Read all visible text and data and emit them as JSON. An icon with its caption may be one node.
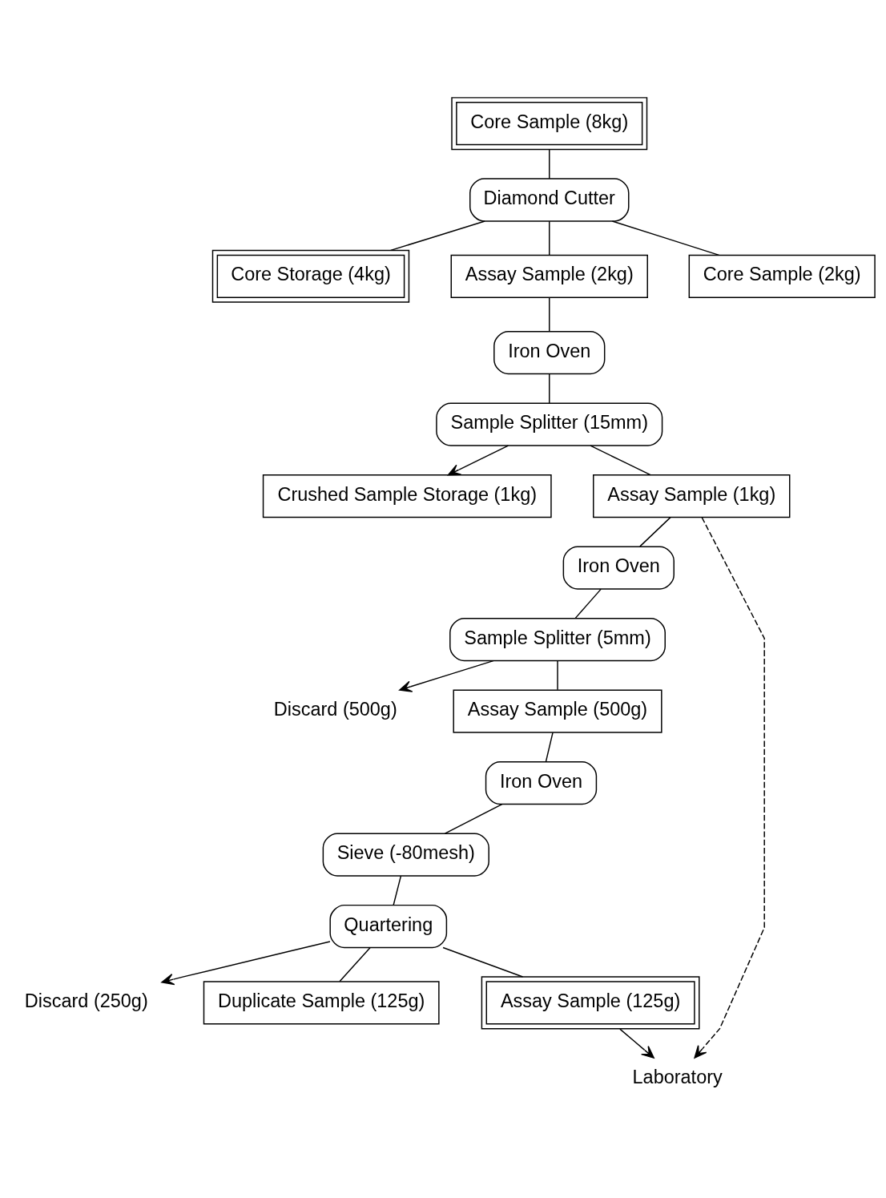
{
  "diagram": {
    "nodes": [
      {
        "text": [
          "Core Sample (8kg)"
        ]
      },
      {
        "text": [
          "Diamond Cutter"
        ]
      },
      {
        "text": [
          "Core Storage (4kg)"
        ]
      },
      {
        "text": [
          "Assay Sample (2kg)"
        ]
      },
      {
        "text": [
          "Core Sample (2kg)"
        ]
      },
      {
        "text": [
          "Iron Oven"
        ]
      },
      {
        "text": [
          "Sample Splitter (15mm)"
        ]
      },
      {
        "text": [
          "Crushed Sample Storage (1kg)"
        ]
      },
      {
        "text": [
          "Assay Sample (1kg)"
        ]
      },
      {
        "text": [
          "Iron Oven"
        ]
      },
      {
        "text": [
          "Sample Splitter (5mm)"
        ]
      },
      {
        "text": [
          "Discard (500g)"
        ]
      },
      {
        "text": [
          "Assay Sample (500g)"
        ]
      },
      {
        "text": [
          "Iron Oven"
        ]
      },
      {
        "text": [
          "Sieve (-80mesh)"
        ]
      },
      {
        "text": [
          "Quartering"
        ]
      },
      {
        "text": [
          "Discard (250g)"
        ]
      },
      {
        "text": [
          "Duplicate Sample (125g)"
        ]
      },
      {
        "text": [
          "Assay Sample (125g)"
        ]
      },
      {
        "text": [
          "Laboratory"
        ]
      }
    ],
    "edges": [
      {
        "from": 0,
        "to": 1,
        "arrow": "none"
      },
      {
        "from": 1,
        "to": 2,
        "arrow": "none"
      },
      {
        "from": 1,
        "to": 4,
        "arrow": "none"
      },
      {
        "from": 1,
        "to": 3,
        "arrow": "none"
      },
      {
        "from": 3,
        "to": 5,
        "arrow": "none"
      },
      {
        "from": 5,
        "to": 6,
        "arrow": "none"
      },
      {
        "from": 6,
        "to": 7,
        "arrow": "to"
      },
      {
        "from": 6,
        "to": 8,
        "arrow": "none"
      },
      {
        "from": 8,
        "to": 19,
        "arrow": "to",
        "style": "dashed"
      },
      {
        "from": 8,
        "to": 9,
        "arrow": "none"
      },
      {
        "from": 9,
        "to": 10,
        "arrow": "none"
      },
      {
        "from": 10,
        "to": 11,
        "arrow": "to"
      },
      {
        "from": 10,
        "to": 12,
        "arrow": "none"
      },
      {
        "from": 12,
        "to": 13,
        "arrow": "none"
      },
      {
        "from": 13,
        "to": 14,
        "arrow": "none"
      },
      {
        "from": 14,
        "to": 15,
        "arrow": "none"
      },
      {
        "from": 15,
        "to": 16,
        "arrow": "to"
      },
      {
        "from": 15,
        "to": 17,
        "arrow": "none"
      },
      {
        "from": 15,
        "to": 18,
        "arrow": "none"
      },
      {
        "from": 18,
        "to": 19,
        "arrow": "to"
      }
    ]
  }
}
